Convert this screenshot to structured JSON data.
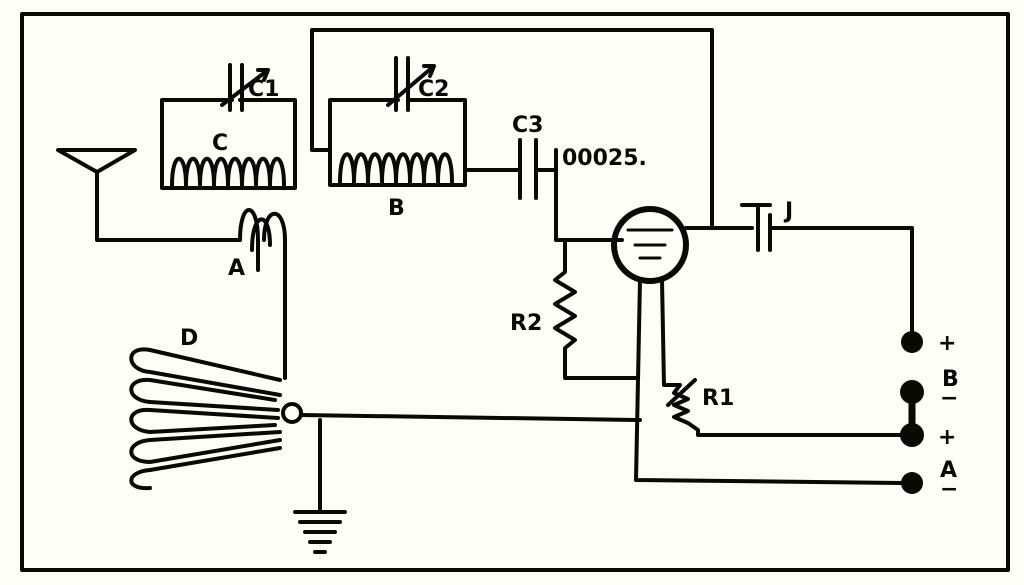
{
  "labels": {
    "c1": "C1",
    "c": "C",
    "c2": "C2",
    "b_coil": "B",
    "c3": "C3",
    "c3_value": "00025.",
    "a_coil": "A",
    "d_coil": "D",
    "r2": "R2",
    "r1": "R1",
    "jack": "J",
    "b_plus": "+",
    "b_battery": "B",
    "b_minus": "−",
    "a_plus": "+",
    "a_battery": "A",
    "a_minus": "−"
  },
  "colors": {
    "ink": "#0a0a05",
    "paper": "#fefef6"
  }
}
